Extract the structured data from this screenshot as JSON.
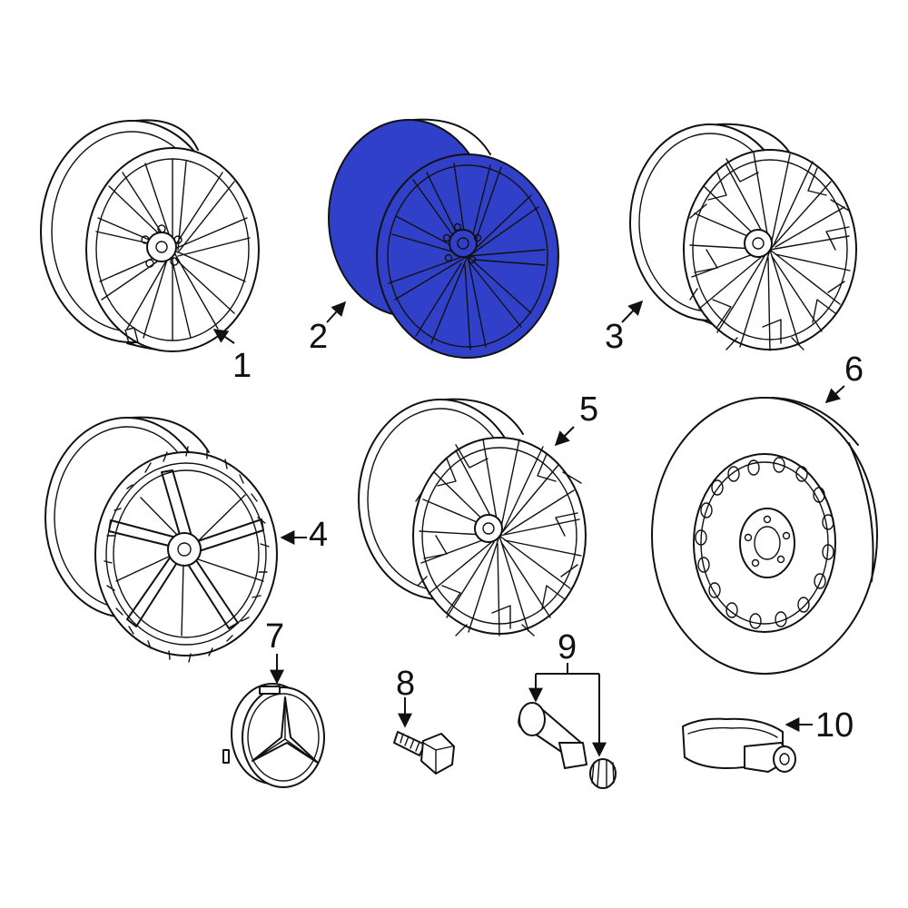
{
  "highlight_color": "#3040c8",
  "line_color": "#111111",
  "parts": [
    {
      "label": "1",
      "icon": "wheel-multi-spoke-icon"
    },
    {
      "label": "2",
      "icon": "wheel-highlighted-icon"
    },
    {
      "label": "3",
      "icon": "wheel-mesh-icon"
    },
    {
      "label": "4",
      "icon": "wheel-five-spoke-icon"
    },
    {
      "label": "5",
      "icon": "wheel-mesh-icon"
    },
    {
      "label": "6",
      "icon": "spare-wheel-tire-icon"
    },
    {
      "label": "7",
      "icon": "center-cap-star-icon"
    },
    {
      "label": "8",
      "icon": "wheel-bolt-icon"
    },
    {
      "label": "9",
      "icon": "valve-stem-icon"
    },
    {
      "label": "10",
      "icon": "tire-pressure-sensor-icon"
    }
  ]
}
